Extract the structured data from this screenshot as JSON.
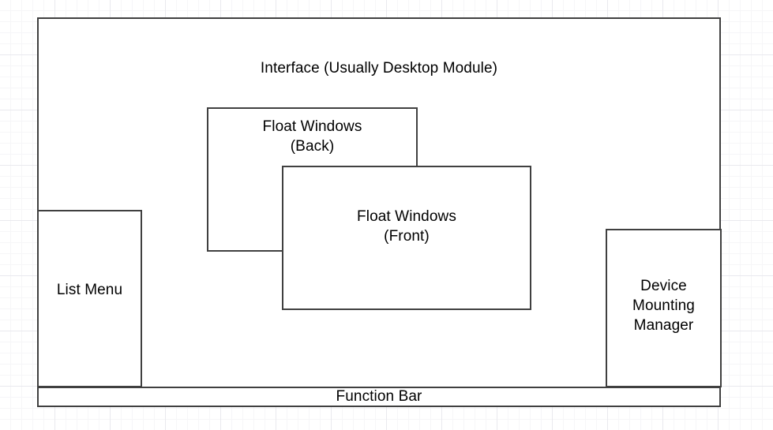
{
  "diagram": {
    "title": "Interface (Usually Desktop Module)",
    "background": {
      "style": "graph-paper-grid",
      "page_color": "#ffffff",
      "minor_grid_color": "#f6f6f8",
      "major_grid_color": "#e9e9ee"
    },
    "stroke_color": "#404040",
    "fill_color": "#ffffff",
    "text_color": "#000000",
    "nodes": [
      {
        "id": "interface-container",
        "label": "Interface (Usually Desktop Module)",
        "role": "outer-container",
        "layer": 1
      },
      {
        "id": "float-window-back",
        "label": "Float Windows\n(Back)",
        "role": "floating-window",
        "layer": 3
      },
      {
        "id": "float-window-front",
        "label": "Float Windows\n(Front)",
        "role": "floating-window",
        "layer": 4
      },
      {
        "id": "list-menu",
        "label": "List Menu",
        "role": "left-panel",
        "layer": 2
      },
      {
        "id": "device-mounting-manager",
        "label": "Device\nMounting\nManager",
        "role": "right-panel",
        "layer": 2
      },
      {
        "id": "function-bar",
        "label": "Function Bar",
        "role": "bottom-bar",
        "layer": 5
      }
    ]
  }
}
